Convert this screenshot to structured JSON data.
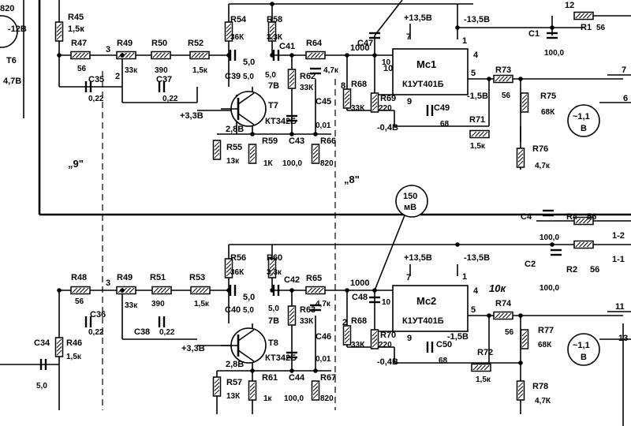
{
  "resistors": [
    {
      "ref": "R45",
      "value": "1,5к"
    },
    {
      "ref": "R47",
      "value": "56"
    },
    {
      "ref": "R49",
      "value": "33к"
    },
    {
      "ref": "R50",
      "value": "390"
    },
    {
      "ref": "R52",
      "value": "1,5к"
    },
    {
      "ref": "R54",
      "value": "36К"
    },
    {
      "ref": "R58",
      "value": "3,3К"
    },
    {
      "ref": "R64",
      "value": "4,7к"
    },
    {
      "ref": "R62",
      "value": "33К"
    },
    {
      "ref": "R55",
      "value": "13к"
    },
    {
      "ref": "R59",
      "value": "1К"
    },
    {
      "ref": "R66",
      "value": "820"
    },
    {
      "ref": "R68",
      "value": "33К"
    },
    {
      "ref": "R69",
      "value": "220"
    },
    {
      "ref": "R73",
      "value": "56"
    },
    {
      "ref": "R75",
      "value": "68К"
    },
    {
      "ref": "R71",
      "value": "1,5к"
    },
    {
      "ref": "R76",
      "value": "4,7к"
    },
    {
      "ref": "R1",
      "value": "56"
    },
    {
      "ref": "R4",
      "value": "56"
    },
    {
      "ref": "R2",
      "value": "56"
    },
    {
      "ref": "R48",
      "value": "56"
    },
    {
      "ref": "R51",
      "value": "390"
    },
    {
      "ref": "R53",
      "value": "1,5к"
    },
    {
      "ref": "R56",
      "value": "36К"
    },
    {
      "ref": "R60",
      "value": "3,3к"
    },
    {
      "ref": "R65",
      "value": "4,7к"
    },
    {
      "ref": "R63",
      "value": "33К"
    },
    {
      "ref": "R46",
      "value": "1,5к"
    },
    {
      "ref": "R57",
      "value": "13К"
    },
    {
      "ref": "R61",
      "value": "1к"
    },
    {
      "ref": "R67",
      "value": "820"
    },
    {
      "ref": "R70",
      "value": "220"
    },
    {
      "ref": "R74",
      "value": "56"
    },
    {
      "ref": "R77",
      "value": "68К"
    },
    {
      "ref": "R72",
      "value": "1,5к"
    },
    {
      "ref": "R78",
      "value": "4,7К"
    }
  ],
  "capacitors": [
    {
      "ref": "C35",
      "value": "0,22"
    },
    {
      "ref": "C37",
      "value": "0,22"
    },
    {
      "ref": "C39",
      "value": "5,0"
    },
    {
      "ref": "C41",
      "value": "5,0"
    },
    {
      "ref": "C43",
      "value": "100,0"
    },
    {
      "ref": "C45",
      "value": "0,01"
    },
    {
      "ref": "C47",
      "value": "10"
    },
    {
      "ref": "C49",
      "value": "68"
    },
    {
      "ref": "C1",
      "value": "100,0"
    },
    {
      "ref": "C4",
      "value": "100,0"
    },
    {
      "ref": "C2",
      "value": "100,0"
    },
    {
      "ref": "C34",
      "value": "5,0"
    },
    {
      "ref": "C36",
      "value": "0,22"
    },
    {
      "ref": "C38",
      "value": "0,22"
    },
    {
      "ref": "C40",
      "value": "5,0"
    },
    {
      "ref": "C42",
      "value": "5,0"
    },
    {
      "ref": "C44",
      "value": "100,0"
    },
    {
      "ref": "C46",
      "value": "0,01"
    },
    {
      "ref": "C48",
      "value": "10"
    },
    {
      "ref": "C50",
      "value": "68"
    }
  ],
  "transistors": [
    {
      "ref": "T6",
      "type": ""
    },
    {
      "ref": "T7",
      "type": "КТ342Б"
    },
    {
      "ref": "T8",
      "type": "КТ342Б"
    }
  ],
  "ics": [
    {
      "ref": "Mc1",
      "type": "К1УТ401Б"
    },
    {
      "ref": "Mc2",
      "type": "К1УТ401Б"
    }
  ],
  "voltages": {
    "plus_13_5_a": "+13,5В",
    "minus_13_5_a": "-13,5В",
    "plus_13_5_b": "+13,5В",
    "minus_13_5_b": "-13,5В",
    "plus_3_3_a": "+3,3В",
    "plus_3_3_b": "+3,3В",
    "v2_8_a": "2,8В",
    "v2_8_b": "2,8В",
    "v7_a": "7В",
    "v7_b": "7В",
    "minus_0_4_a": "-0,4В",
    "minus_0_4_b": "-0,4В",
    "minus_1_5_a": "-1,5В",
    "minus_1_5_b": "-1,5В",
    "v5_0_a": "5,0",
    "v5_0_b": "5,0",
    "v4_7": "4,7В",
    "minus_12_8": "-12В",
    "v1000_a": "1000",
    "v1000_b": "1000"
  },
  "probes": {
    "meas_150": "150",
    "meas_150_unit": "мВ",
    "meas_11_a": "~1,1",
    "meas_11_a_unit": "В",
    "meas_11_b": "~1,1",
    "meas_11_b_unit": "В"
  },
  "markers": {
    "tag_9": "„9\"",
    "tag_8": "„8\"",
    "handwritten_10k": "10к",
    "partial_820": "820",
    "partial_12": "12"
  },
  "pins": {
    "p1": "1",
    "p2": "2",
    "p3": "3",
    "p4": "4",
    "p5": "5",
    "p7": "7",
    "p8": "8",
    "p9": "9",
    "p10": "10",
    "edge_7": "7",
    "edge_6": "6",
    "edge_11": "11",
    "edge_13": "13",
    "edge_1_2": "1-2",
    "edge_1_1": "1-1"
  }
}
